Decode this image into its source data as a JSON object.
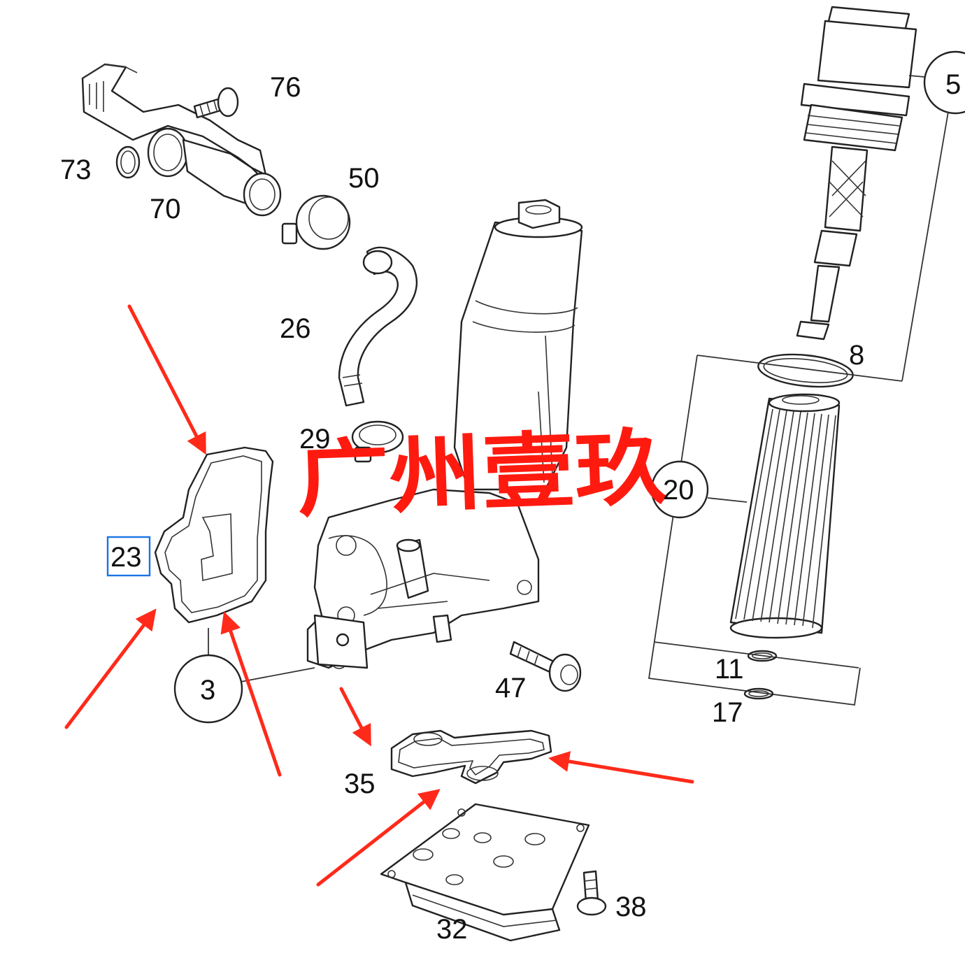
{
  "parts": {
    "p76": "76",
    "p73": "73",
    "p70": "70",
    "p50": "50",
    "p26": "26",
    "p29": "29",
    "p5": "5",
    "p8": "8",
    "p20": "20",
    "p23": "23",
    "p3": "3",
    "p11": "11",
    "p17": "17",
    "p47": "47",
    "p35": "35",
    "p38": "38",
    "p32": "32"
  },
  "watermark": "广州壹玖",
  "colors": {
    "arrow": "#ff2a1a",
    "highlight_box": "#1a73e8",
    "line": "#222222"
  }
}
